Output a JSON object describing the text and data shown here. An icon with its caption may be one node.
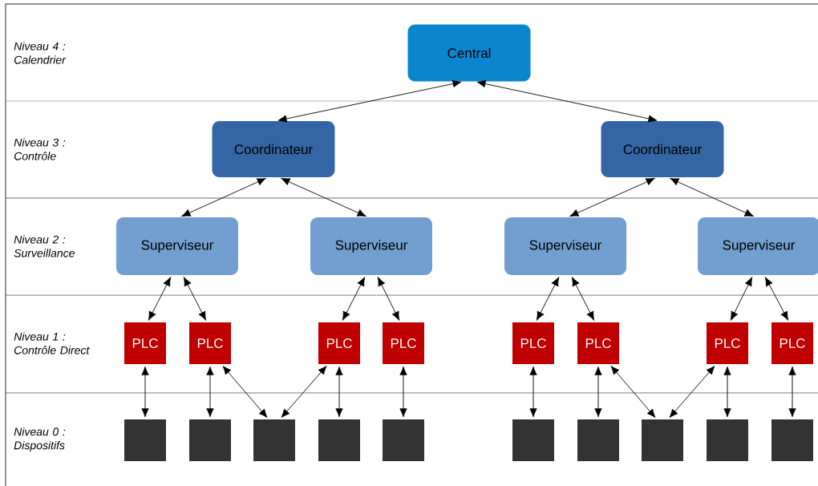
{
  "diagram": {
    "nodes": [
      {
        "text": [
          "Central"
        ]
      },
      {
        "text": [
          "Coordinateur"
        ]
      },
      {
        "text": [
          "Coordinateur"
        ]
      },
      {
        "text": [
          "Superviseur"
        ]
      },
      {
        "text": [
          "Superviseur"
        ]
      },
      {
        "text": [
          "Superviseur"
        ]
      },
      {
        "text": [
          "Superviseur"
        ]
      },
      {
        "text": [
          "PLC"
        ]
      },
      {
        "text": [
          "PLC"
        ]
      },
      {
        "text": [
          "PLC"
        ]
      },
      {
        "text": [
          "PLC"
        ]
      },
      {
        "text": [
          "PLC"
        ]
      },
      {
        "text": [
          "PLC"
        ]
      },
      {
        "text": [
          "PLC"
        ]
      },
      {
        "text": [
          "PLC"
        ]
      },
      {
        "text": [],
        "shape": "box"
      },
      {
        "text": [],
        "shape": "box"
      },
      {
        "text": [],
        "shape": "box"
      },
      {
        "text": [],
        "shape": "box"
      },
      {
        "text": [],
        "shape": "box"
      },
      {
        "text": [],
        "shape": "box"
      },
      {
        "text": [],
        "shape": "box"
      },
      {
        "text": [],
        "shape": "box"
      },
      {
        "text": [],
        "shape": "box"
      },
      {
        "text": [],
        "shape": "box"
      }
    ],
    "edges": [
      {
        "from": 0,
        "to": 1,
        "arrow": "both"
      },
      {
        "from": 0,
        "to": 2,
        "arrow": "both"
      },
      {
        "from": 1,
        "to": 3,
        "arrow": "both"
      },
      {
        "from": 1,
        "to": 4,
        "arrow": "both"
      },
      {
        "from": 2,
        "to": 5,
        "arrow": "both"
      },
      {
        "from": 2,
        "to": 6,
        "arrow": "both"
      },
      {
        "from": 3,
        "to": 7,
        "arrow": "both"
      },
      {
        "from": 3,
        "to": 8,
        "arrow": "both"
      },
      {
        "from": 4,
        "to": 9,
        "arrow": "both"
      },
      {
        "from": 4,
        "to": 10,
        "arrow": "both"
      },
      {
        "from": 5,
        "to": 11,
        "arrow": "both"
      },
      {
        "from": 5,
        "to": 12,
        "arrow": "both"
      },
      {
        "from": 6,
        "to": 13,
        "arrow": "both"
      },
      {
        "from": 6,
        "to": 14,
        "arrow": "both"
      },
      {
        "from": 7,
        "to": 15,
        "arrow": "both"
      },
      {
        "from": 8,
        "to": 16,
        "arrow": "both"
      },
      {
        "from": 8,
        "to": 17,
        "arrow": "both"
      },
      {
        "from": 9,
        "to": 17,
        "arrow": "both"
      },
      {
        "from": 9,
        "to": 18,
        "arrow": "both"
      },
      {
        "from": 10,
        "to": 19,
        "arrow": "both"
      },
      {
        "from": 11,
        "to": 20,
        "arrow": "both"
      },
      {
        "from": 12,
        "to": 21,
        "arrow": "both"
      },
      {
        "from": 12,
        "to": 22,
        "arrow": "both"
      },
      {
        "from": 13,
        "to": 22,
        "arrow": "both"
      },
      {
        "from": 13,
        "to": 23,
        "arrow": "both"
      },
      {
        "from": 14,
        "to": 24,
        "arrow": "both"
      }
    ],
    "labels": [
      "Niveau 4 : Calendrier",
      "Niveau 3 : Contrôle",
      "Niveau 2 : Surveillance",
      "Niveau 1 : Contrôle Direct",
      "Niveau 0 : Dispositifs"
    ]
  }
}
